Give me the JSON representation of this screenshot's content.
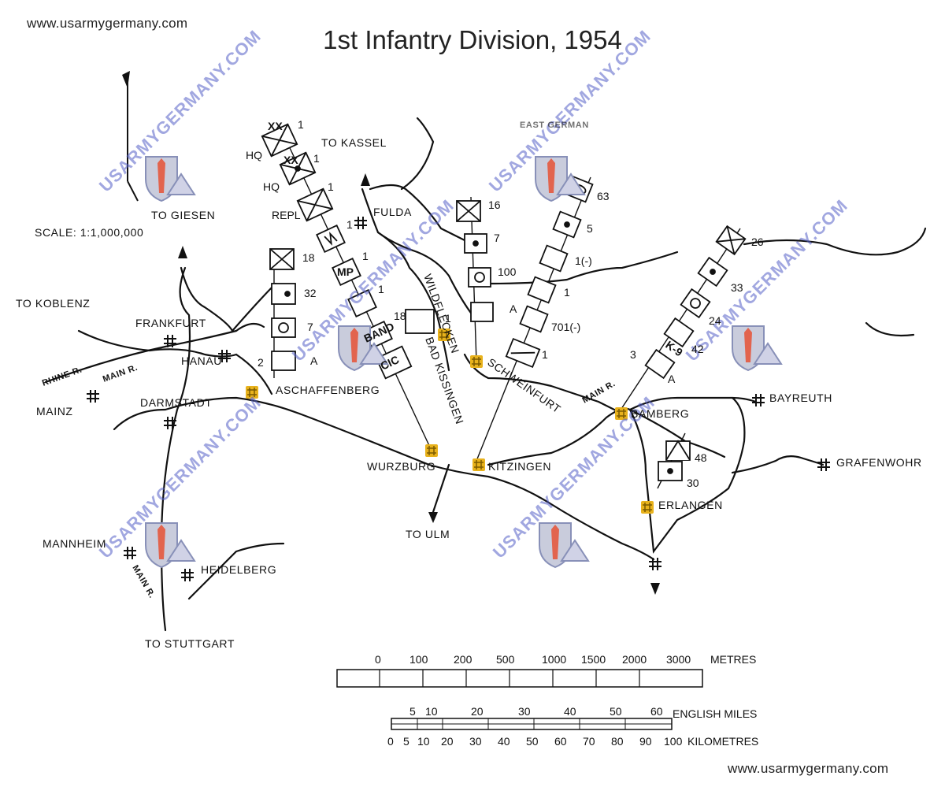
{
  "header": {
    "site_top": "www.usarmygermany.com",
    "title": "1st Infantry Division, 1954",
    "site_bottom": "www.usarmygermany.com"
  },
  "map": {
    "scale": "SCALE: 1:1,000,000",
    "directions": {
      "kassel": "TO KASSEL",
      "giesen": "TO GIESEN",
      "koblenz": "TO KOBLENZ",
      "ulm": "TO ULM",
      "stuttgart": "TO STUTTGART",
      "east_german": "EAST GERMAN"
    },
    "rivers": {
      "rhine": "RHINE R.",
      "main_west": "MAIN R.",
      "main_south": "MAIN R.",
      "main_east": "MAIN R."
    },
    "towns": {
      "frankfurt": "FRANKFURT",
      "hanau": "HANAU",
      "mainz": "MAINZ",
      "darmstadt": "DARMSTADT",
      "aschaffenberg": "ASCHAFFENBERG",
      "mannheim": "MANNHEIM",
      "heidelberg": "HEIDELBERG",
      "fulda": "FULDA",
      "wildflecken": "WILDFLECKEN",
      "bad_kissingen": "BAD KISSINGEN",
      "schweinfurt": "SCHWEINFURT",
      "wurzburg": "WURZBURG",
      "kitzingen": "KITZINGEN",
      "bamberg": "BAMBERG",
      "bayreuth": "BAYREUTH",
      "grafenwohr": "GRAFENWOHR",
      "erlangen": "ERLANGEN"
    },
    "units": {
      "hq1": {
        "prefix": "HQ",
        "num": "1",
        "echelon": "XX"
      },
      "hq2": {
        "prefix": "HQ",
        "num": "1",
        "echelon": "XX"
      },
      "repl": {
        "prefix": "REPL",
        "num": "1"
      },
      "w1": "1",
      "mp": {
        "text": "MP",
        "num": "1"
      },
      "qm": "1",
      "band": "BAND",
      "cic": "CIC",
      "u18b": "18",
      "u18": "18",
      "u32": "32",
      "u7a": "7",
      "u2": "2",
      "uA1": "A",
      "u16": "16",
      "u7b": "7",
      "u100": "100",
      "uA2": "A",
      "u1c": "1",
      "u63": "63",
      "u5": "5",
      "u1minus": "1(-)",
      "u1d": "1",
      "u701": "701(-)",
      "u1e": "1",
      "u26": "26",
      "u33": "33",
      "u24": "24",
      "k9": "K-9",
      "u42": "42",
      "u3": "3",
      "uA3": "A",
      "u48": "48",
      "u30": "30"
    },
    "colors": {
      "garrison_marker": "#e8b21c",
      "watermark": "#5560c8"
    }
  },
  "scales": {
    "metres": {
      "ticks": [
        "0",
        "100",
        "200",
        "500",
        "1000",
        "1500",
        "2000",
        "3000"
      ],
      "unit": "METRES"
    },
    "miles": {
      "ticks": [
        "5",
        "10",
        "20",
        "30",
        "40",
        "50",
        "60"
      ],
      "unit": "ENGLISH MILES"
    },
    "km": {
      "ticks": [
        "0",
        "5",
        "10",
        "20",
        "30",
        "40",
        "50",
        "60",
        "70",
        "80",
        "90",
        "100"
      ],
      "unit": "KILOMETRES"
    }
  },
  "watermark": {
    "text": "USARMYGERMANY.COM"
  }
}
